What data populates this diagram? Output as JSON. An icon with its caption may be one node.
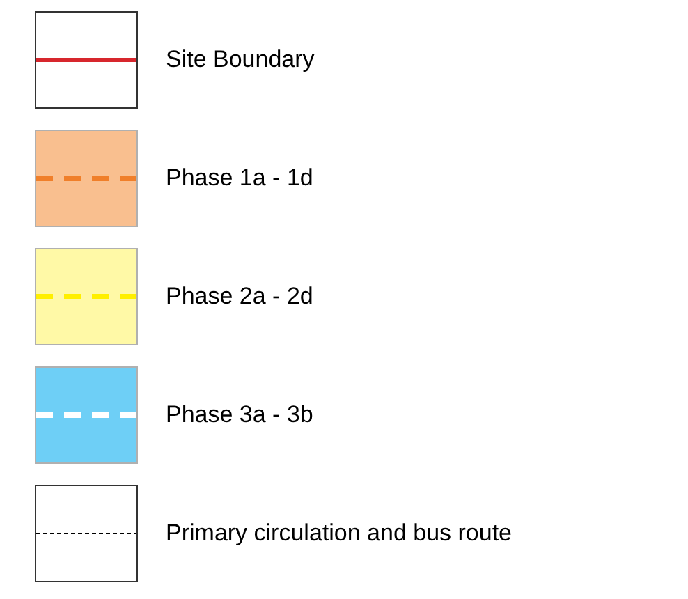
{
  "diagram": {
    "legend": [
      {
        "text": "Site Boundary"
      },
      {
        "text": "Phase 1a - 1d",
        "color": "#f9bf8f"
      },
      {
        "text": "Phase 2a - 2d",
        "color": "#fff9a6"
      },
      {
        "text": "Phase 3a - 3b",
        "color": "#6ecff6"
      },
      {
        "text": "Primary circulation and bus route"
      }
    ]
  }
}
